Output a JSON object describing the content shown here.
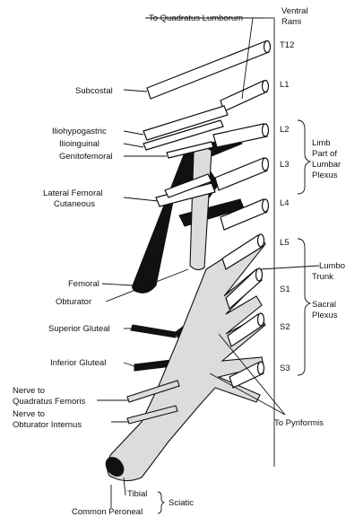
{
  "labels": {
    "to_quadratus_lumborum": "To Quadratus Lumborum",
    "ventral": "Ventral",
    "rami": "Rami",
    "t12": "T12",
    "l1": "L1",
    "l2": "L2",
    "l3": "L3",
    "l4": "L4",
    "l5": "L5",
    "s1": "S1",
    "s2": "S2",
    "s3": "S3",
    "subcostal": "Subcostal",
    "iliohypogastric": "Iliohypogastric",
    "ilioinguinal": "Ilioinguinal",
    "genitofemoral": "Genitofemoral",
    "lateral_femoral_1": "Lateral Femoral",
    "lateral_femoral_2": "Cutaneous",
    "femoral": "Femoral",
    "obturator": "Obturator",
    "superior_gluteal": "Superior Gluteal",
    "inferior_gluteal": "Inferior Gluteal",
    "nerve_qf_1": "Nerve to",
    "nerve_qf_2": "Quadratus Femoris",
    "nerve_oi_1": "Nerve to",
    "nerve_oi_2": "Obturator Internus",
    "tibial": "Tibial",
    "common_peroneal": "Common Peroneal",
    "sciatic": "Sciatic",
    "to_pyriformis": "To Pyriformis",
    "limb_1": "Limb",
    "limb_2": "Part of",
    "limb_3": "Lumbar",
    "limb_4": "Plexus",
    "lumbo_1": "Lumbo",
    "lumbo_2": "Trunk",
    "sacral_1": "Sacral",
    "sacral_2": "Plexus"
  }
}
